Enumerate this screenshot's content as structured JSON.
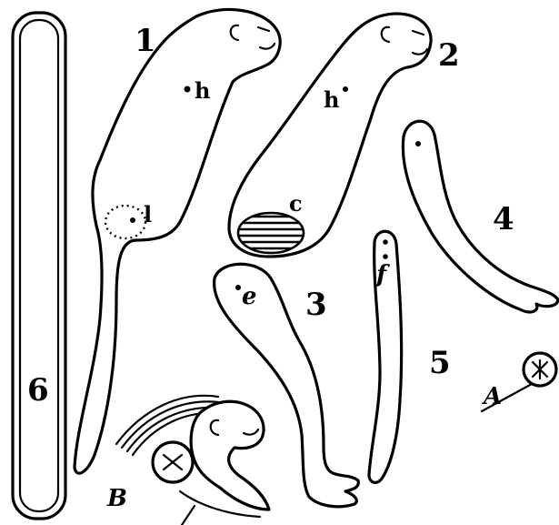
{
  "figures": {
    "f1": {
      "number": "1",
      "point_labels": [
        "h",
        "l"
      ]
    },
    "f2": {
      "number": "2",
      "point_labels": [
        "h",
        "c"
      ]
    },
    "f3": {
      "number": "3",
      "point_labels": [
        "e"
      ]
    },
    "f4": {
      "number": "4"
    },
    "f5": {
      "number": "5",
      "point_labels": [
        "f"
      ]
    },
    "f6": {
      "number": "6"
    }
  },
  "insets": {
    "a": {
      "letter": "A"
    },
    "b": {
      "letter": "B"
    }
  }
}
